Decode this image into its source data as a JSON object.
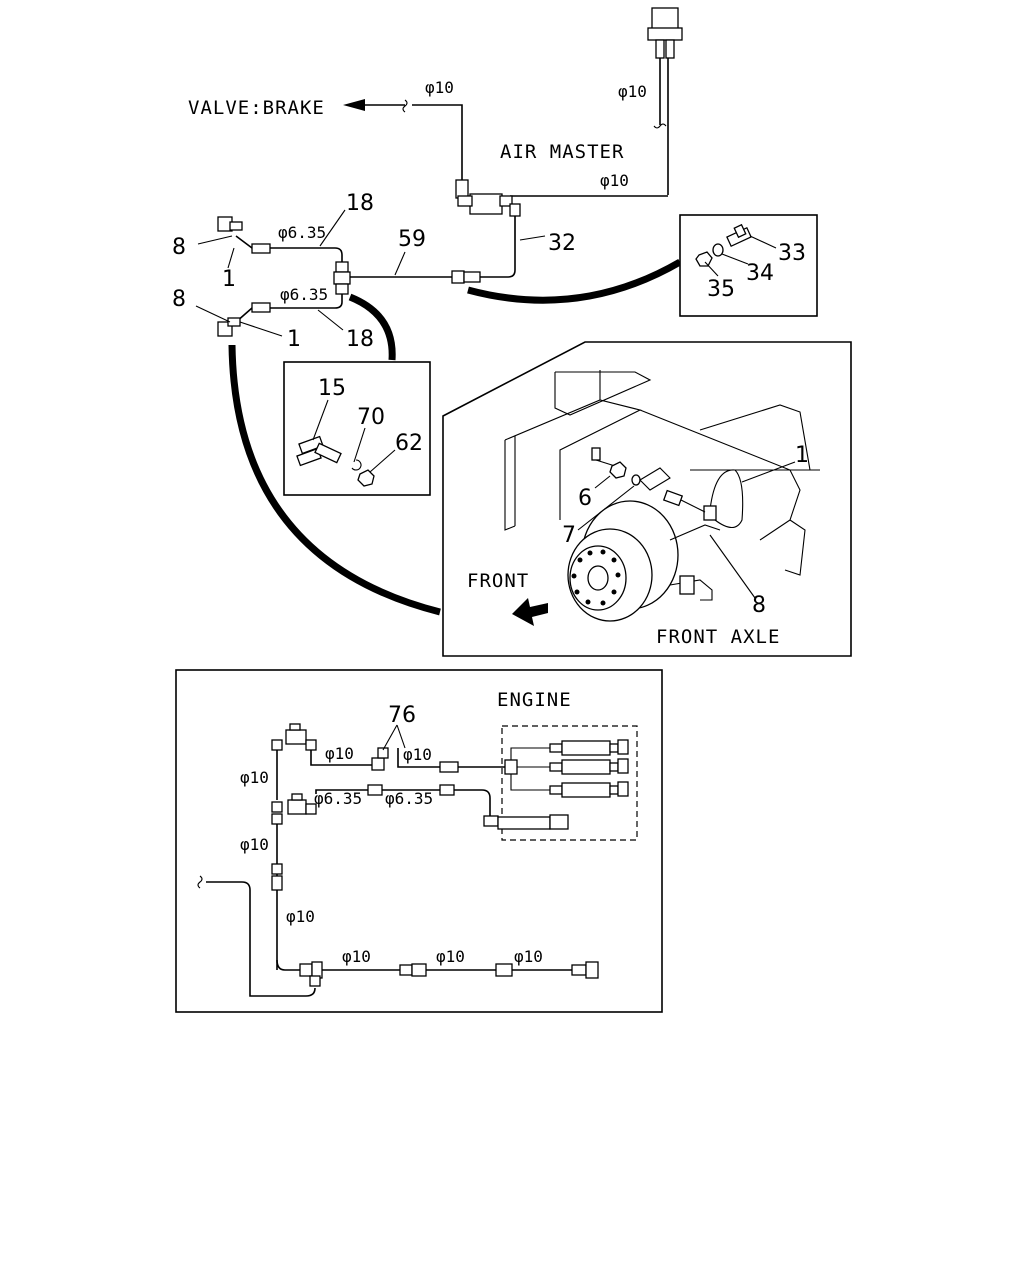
{
  "labels": {
    "valve_brake": "VALVE:BRAKE",
    "air_master": "AIR MASTER",
    "front": "FRONT",
    "front_axle": "FRONT AXLE",
    "engine": "ENGINE"
  },
  "diameters": {
    "d10": "φ10",
    "d635": "φ6.35"
  },
  "callouts": {
    "c1": "1",
    "c6": "6",
    "c7": "7",
    "c8": "8",
    "c15": "15",
    "c18": "18",
    "c32": "32",
    "c33": "33",
    "c34": "34",
    "c35": "35",
    "c59": "59",
    "c62": "62",
    "c70": "70",
    "c76": "76"
  }
}
